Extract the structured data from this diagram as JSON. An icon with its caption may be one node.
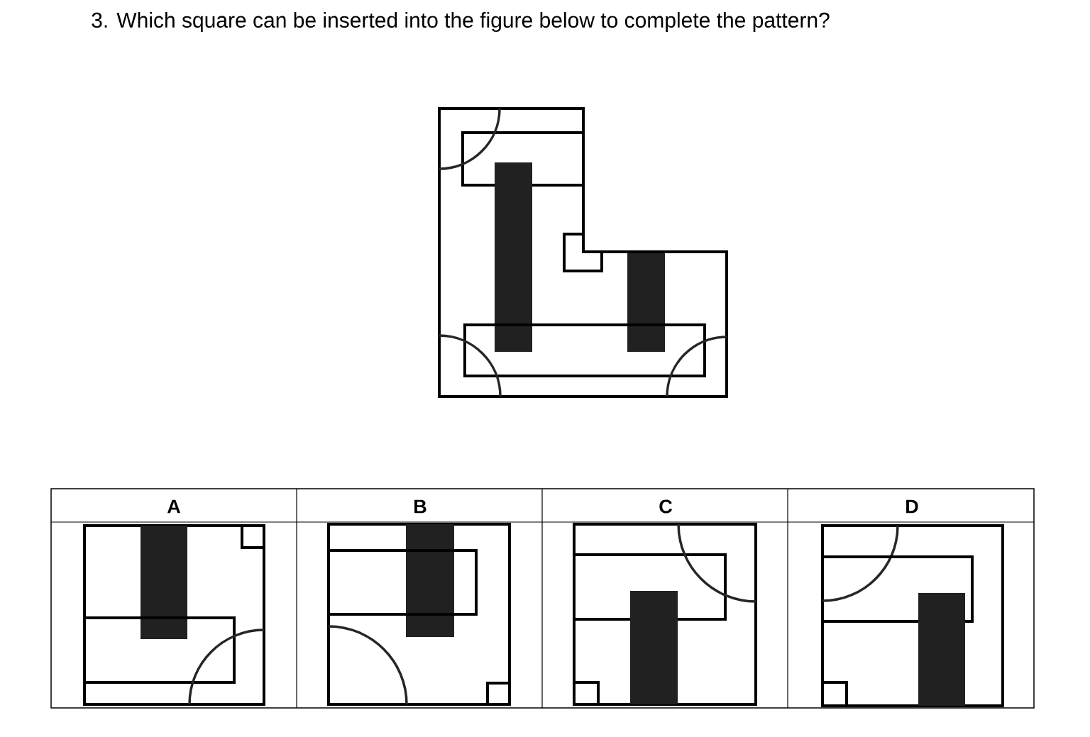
{
  "diagram": {
    "title": "3. Which square can be inserted into the figure below to complete the pattern?",
    "labels": [
      "A",
      "B",
      "C",
      "D"
    ]
  }
}
